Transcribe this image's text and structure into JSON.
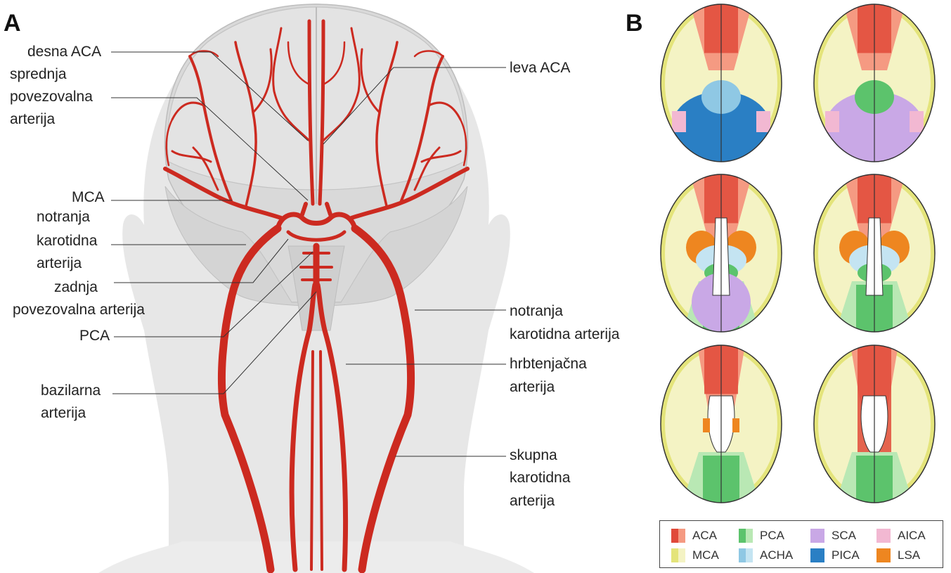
{
  "panels": {
    "a": "A",
    "b": "B"
  },
  "labels": {
    "desna_aca": "desna ACA",
    "leva_aca": "leva ACA",
    "spredn_1": "sprednja",
    "spredn_2": "povezovalna",
    "spredn_3": "arterija",
    "mca": "MCA",
    "notranja_l1": "notranja",
    "notranja_l2": "karotidna",
    "notranja_l3": "arterija",
    "zadnja_1": "zadnja",
    "zadnja_2": "povezovalna  arterija",
    "pca": "PCA",
    "bazilarna_1": "bazilarna",
    "bazilarna_2": "arterija",
    "notranja_r1": "notranja",
    "notranja_r2": "karotidna arterija",
    "hrbt_1": "hrbtenjačna",
    "hrbt_2": "arterija",
    "skupna_1": "skupna",
    "skupna_2": "karotidna",
    "skupna_3": "arterija"
  },
  "legend": [
    {
      "label": "ACA",
      "colors": [
        "#e04a3a",
        "#f59a82"
      ]
    },
    {
      "label": "PCA",
      "colors": [
        "#5cc36c",
        "#b9e8b4"
      ]
    },
    {
      "label": "SCA",
      "colors": [
        "#c9a8e6",
        "#c9a8e6"
      ]
    },
    {
      "label": "AICA",
      "colors": [
        "#f2b8d2",
        "#f2b8d2"
      ]
    },
    {
      "label": "MCA",
      "colors": [
        "#e4e47a",
        "#f4f3c4"
      ]
    },
    {
      "label": "ACHA",
      "colors": [
        "#8fc8e4",
        "#c4e4f2"
      ]
    },
    {
      "label": "PICA",
      "colors": [
        "#2a7fc4",
        "#2a7fc4"
      ]
    },
    {
      "label": "LSA",
      "colors": [
        "#ee8620",
        "#ee8620"
      ]
    }
  ]
}
